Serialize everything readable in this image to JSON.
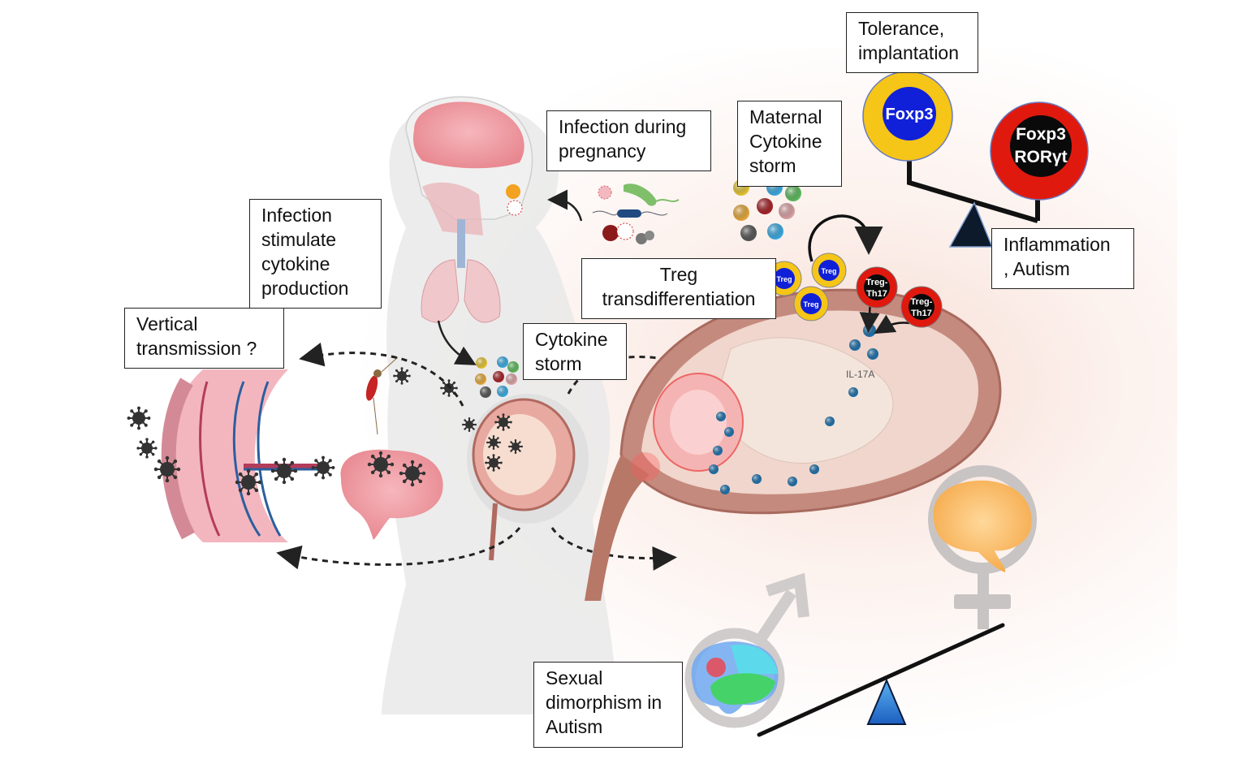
{
  "labels": {
    "tolerance": "Tolerance,\nimplantation",
    "infection_pregnancy": "Infection during\npregnancy",
    "maternal_cytokine": "Maternal\nCytokine\nstorm",
    "infection_stimulate": "Infection\nstimulate\ncytokine\nproduction",
    "vertical_transmission": "Vertical\ntransmission ?",
    "treg_transdiff": "Treg\ntransdifferentiation",
    "cytokine_storm": "Cytokine\nstorm",
    "inflammation": "Inflammation\n, Autism",
    "sexual_dimorphism": "Sexual\ndimorphism in\nAutism"
  },
  "cells": {
    "foxp3": "Foxp3",
    "foxp3_roryt_line1": "Foxp3",
    "foxp3_roryt_line2": "RORγt",
    "treg": "Treg",
    "treg_th17_line1": "Treg-",
    "treg_th17_line2": "Th17",
    "il17a": "IL-17A"
  },
  "colors": {
    "treg_outer": "#f5c518",
    "treg_inner": "#1020d8",
    "th17_outer": "#e0190f",
    "th17_inner": "#0a0a0a",
    "fulcrum_dark": "#0d1a2c",
    "fulcrum_blue": "#2a6fd0",
    "virus": "#333333",
    "cytokine_yellow": "#e2c234",
    "cytokine_blue": "#3aa7dd",
    "cytokine_green": "#5cb85c",
    "cytokine_orange": "#e2a63a",
    "cytokine_red": "#a42228",
    "cytokine_pink": "#d9a0a4",
    "cytokine_grey": "#555555"
  }
}
